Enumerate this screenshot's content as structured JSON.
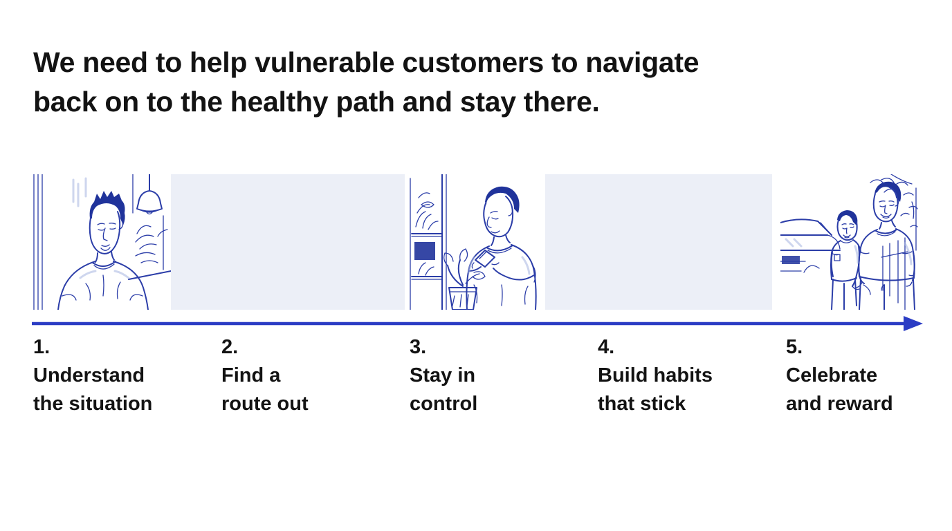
{
  "title": {
    "lines": [
      "We need to help vulnerable customers to navigate",
      "back on to the healthy path and stay there."
    ]
  },
  "timeline": {
    "arrow_icon": "right-arrow",
    "arrow_color": "#2b3cc4",
    "panels": [
      {
        "type": "illustration",
        "name": "man-reflecting-indoors"
      },
      {
        "type": "placeholder"
      },
      {
        "type": "illustration",
        "name": "man-checking-phone"
      },
      {
        "type": "placeholder"
      },
      {
        "type": "illustration",
        "name": "father-and-son-walking"
      }
    ]
  },
  "steps": [
    {
      "number": "1.",
      "lines": [
        "Understand",
        "the situation"
      ]
    },
    {
      "number": "2.",
      "lines": [
        "Find a",
        "route out"
      ]
    },
    {
      "number": "3.",
      "lines": [
        "Stay in",
        "control"
      ]
    },
    {
      "number": "4.",
      "lines": [
        "Build habits",
        "that stick"
      ]
    },
    {
      "number": "5.",
      "lines": [
        "Celebrate",
        "and reward"
      ]
    }
  ],
  "colors": {
    "accent_blue": "#2b3cc4",
    "illustration_ink": "#2b3da8",
    "placeholder_fill": "#eceff7",
    "text": "#131313"
  }
}
